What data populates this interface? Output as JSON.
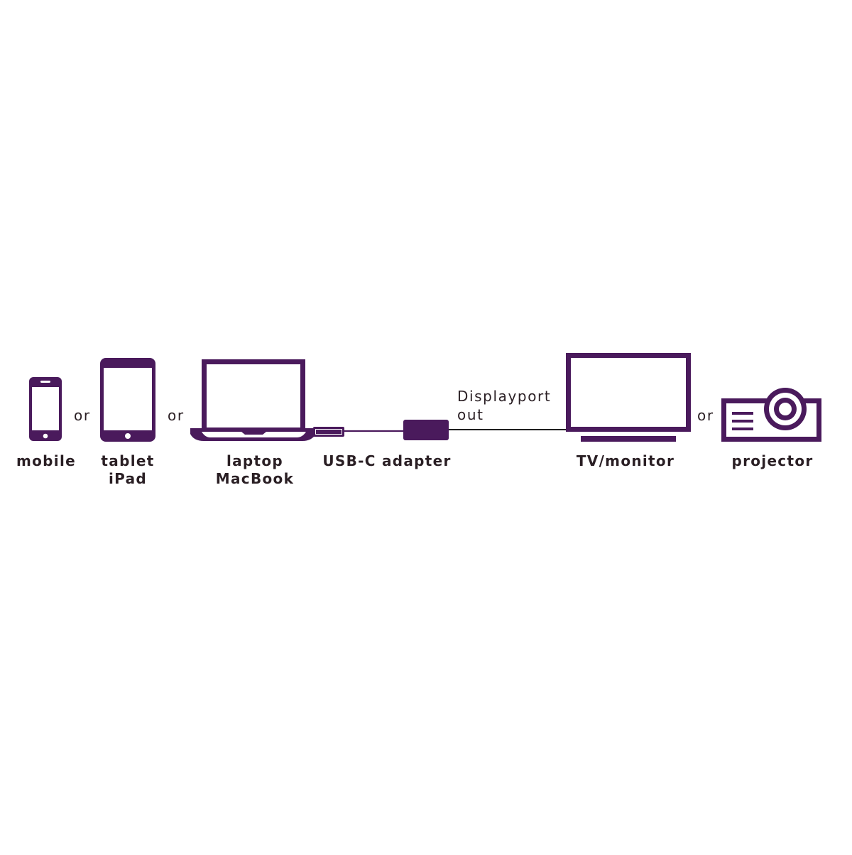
{
  "colors": {
    "icon": "#4a1a5c",
    "text": "#2a1f24",
    "cable": "#1f1f1f",
    "background": "#ffffff"
  },
  "devices": {
    "mobile": {
      "label": "mobile",
      "icon": "smartphone-icon"
    },
    "tablet": {
      "label_line1": "tablet",
      "label_line2": "iPad",
      "icon": "tablet-icon"
    },
    "laptop": {
      "label_line1": "laptop",
      "label_line2": "MacBook",
      "icon": "laptop-icon"
    },
    "adapter": {
      "label": "USB-C adapter",
      "icon": "adapter-icon"
    },
    "monitor": {
      "label": "TV/monitor",
      "icon": "monitor-icon"
    },
    "projector": {
      "label": "projector",
      "icon": "projector-icon"
    }
  },
  "connectors": {
    "or_1": "or",
    "or_2": "or",
    "or_3": "or"
  },
  "cable_label": {
    "line1": "Displayport",
    "line2": "out"
  }
}
